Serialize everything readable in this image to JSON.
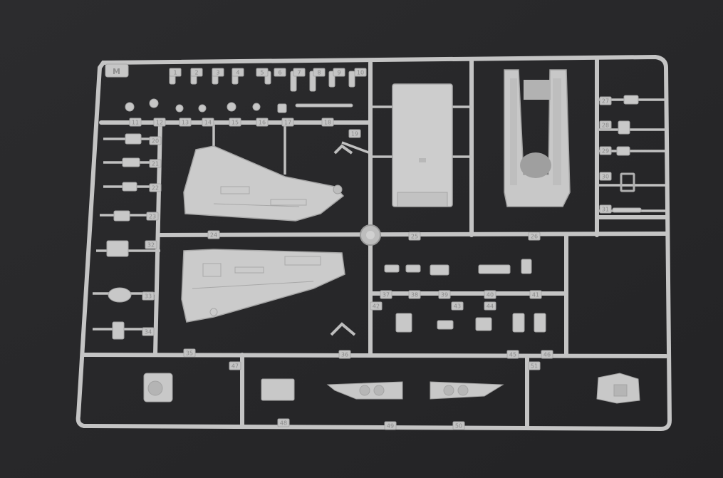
{
  "sprue": {
    "letter": "M",
    "part_numbers": [
      "1",
      "2",
      "3",
      "4",
      "5",
      "6",
      "7",
      "8",
      "9",
      "10",
      "11",
      "12",
      "13",
      "14",
      "15",
      "16",
      "17",
      "18",
      "19",
      "20",
      "21",
      "22",
      "23",
      "24",
      "25",
      "26",
      "27",
      "28",
      "29",
      "30",
      "31",
      "32",
      "33",
      "34",
      "35",
      "36",
      "37",
      "38",
      "39",
      "40",
      "41",
      "42",
      "43",
      "44",
      "45",
      "46",
      "47",
      "48",
      "49",
      "50",
      "51"
    ]
  },
  "colors": {
    "background": "#2a2a2c",
    "plastic": "#c9c9c9",
    "plastic_shadow": "#a8a8a8",
    "plastic_highlight": "#dcdcdc"
  }
}
